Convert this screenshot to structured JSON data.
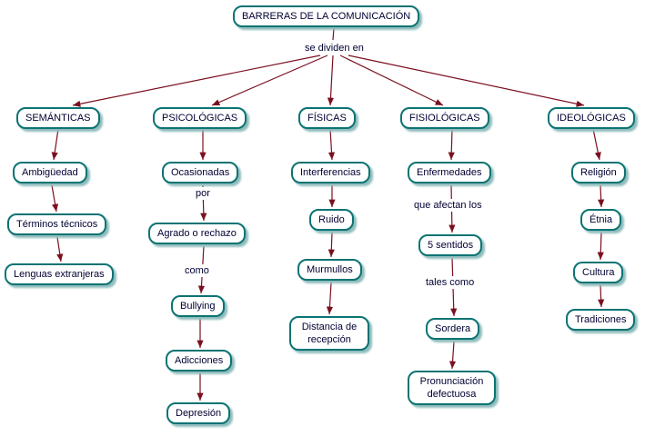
{
  "colors": {
    "box-border": "#0b7373",
    "box-shadow": "#8fbcbc",
    "arrow": "#7a1020",
    "text": "#000033",
    "background": "#ffffff"
  },
  "root": {
    "label": "BARRERAS DE LA COMUNICACIÓN"
  },
  "connectors": {
    "root": "se dividen en",
    "por": "por",
    "como": "como",
    "que_afectan_los": "que afectan los",
    "tales_como": "tales como"
  },
  "branches": [
    {
      "label": "SEMÁNTICAS",
      "nodes": [
        "Ambigüedad",
        "Términos técnicos",
        "Lenguas extranjeras"
      ]
    },
    {
      "label": "PSICOLÓGICAS",
      "nodes": [
        "Ocasionadas",
        "Agrado o rechazo",
        "Bullying",
        "Adicciones",
        "Depresión"
      ]
    },
    {
      "label": "FÍSICAS",
      "nodes": [
        "Interferencias",
        "Ruido",
        "Murmullos",
        "Distancia de recepción"
      ]
    },
    {
      "label": "FISIOLÓGICAS",
      "nodes": [
        "Enfermedades",
        "5 sentidos",
        "Sordera",
        "Pronunciación defectuosa"
      ]
    },
    {
      "label": "IDEOLÓGICAS",
      "nodes": [
        "Religión",
        "Étnia",
        "Cultura",
        "Tradiciones"
      ]
    }
  ]
}
